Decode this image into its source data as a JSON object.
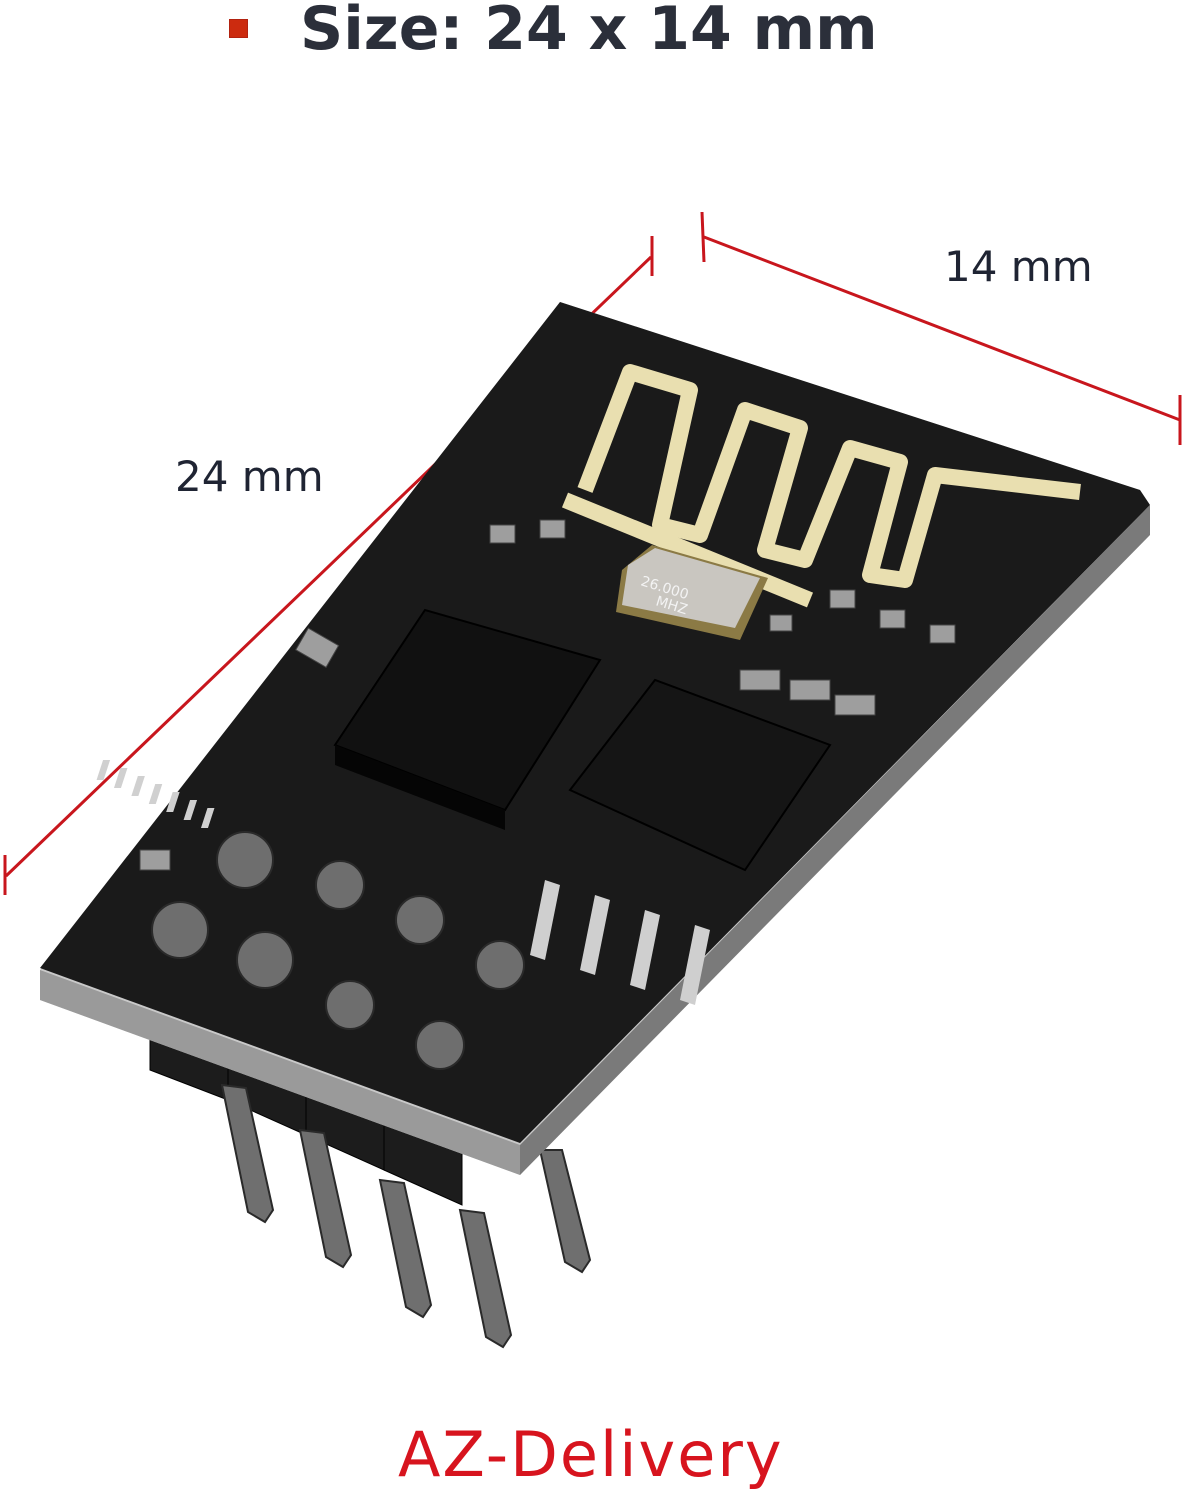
{
  "headline": {
    "bullet_color": "#cc2b0f",
    "text": "Size: 24 x 14 mm"
  },
  "dimensions": {
    "line_color": "#c8161d",
    "length_label": "24 mm",
    "width_label": "14 mm"
  },
  "product": {
    "description": "ESP8266 ESP-01 Wi-Fi module with PCB meander antenna, 8-pin header",
    "crystal_marking_line1": "26.000",
    "crystal_marking_line2": "MHZ",
    "pin_count": 8
  },
  "brand": {
    "name": "AZ-Delivery",
    "color": "#d7141e"
  }
}
